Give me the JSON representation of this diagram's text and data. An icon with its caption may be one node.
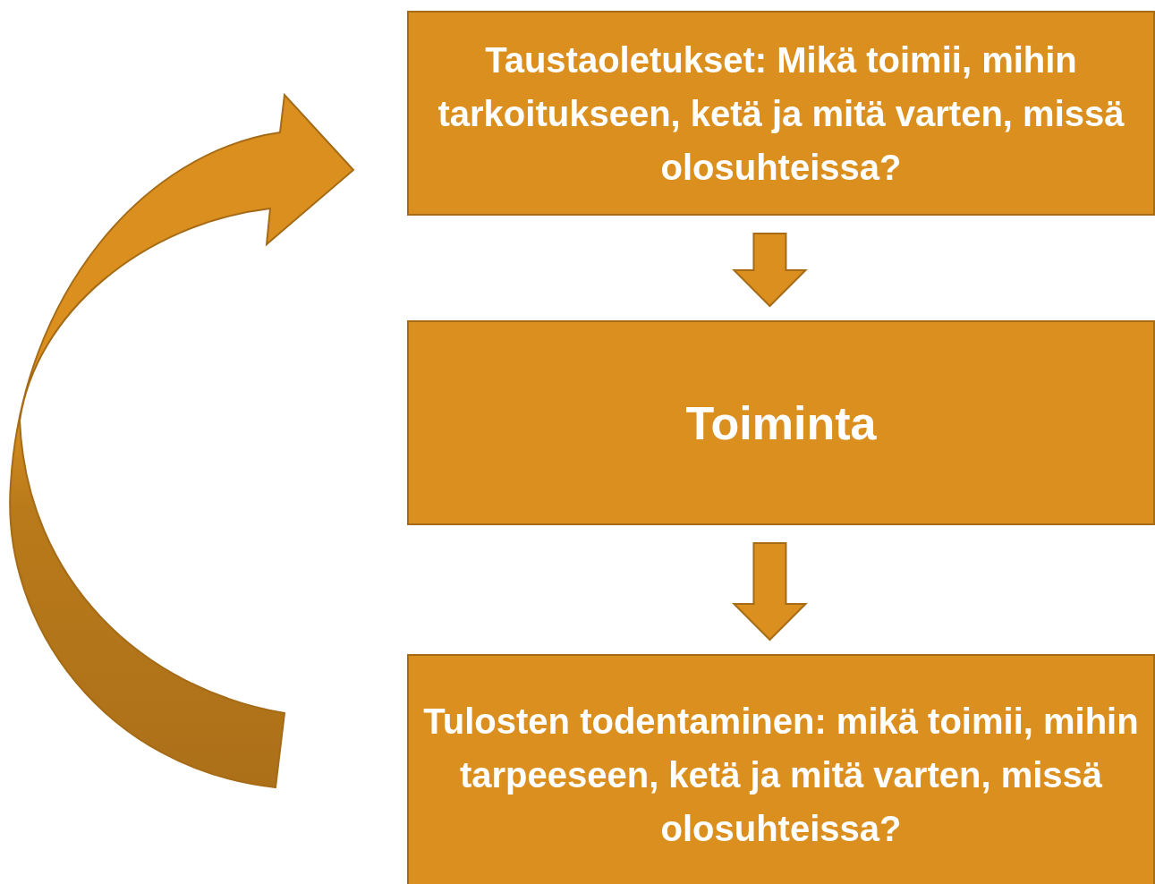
{
  "diagram": {
    "nodes": [
      {
        "text": [
          "Taustaoletukset: Mikä toimii, mihin tarkoitukseen, ketä ja mitä varten, missä olosuhteissa?"
        ]
      },
      {
        "text": [
          "Toiminta"
        ]
      },
      {
        "text": [
          "Tulosten todentaminen: mikä toimii, mihin tarpeeseen, ketä ja mitä varten, missä olosuhteissa?"
        ]
      }
    ],
    "edges": [
      {
        "from": 0,
        "to": 1,
        "arrow": "to"
      },
      {
        "from": 1,
        "to": 2,
        "arrow": "to"
      },
      {
        "from": 2,
        "to": 0,
        "arrow": "to"
      }
    ]
  }
}
